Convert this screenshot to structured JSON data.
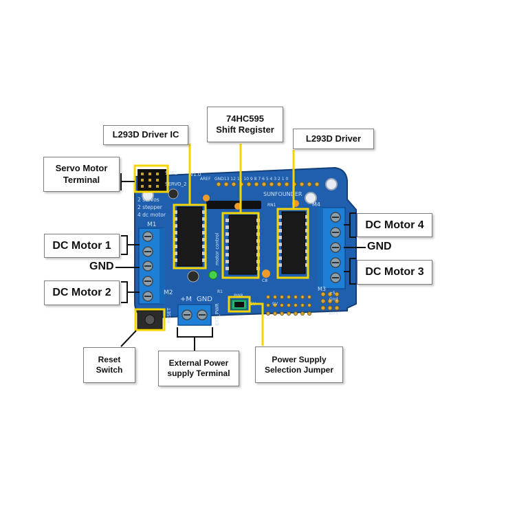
{
  "labels": {
    "l293d_driver_ic": "L293D Driver IC",
    "shift_register": "74HC595\nShift Register",
    "l293d_driver": "L293D Driver",
    "servo_terminal": "Servo Motor\nTerminal",
    "dc_motor_1": "DC Motor 1",
    "gnd_left": "GND",
    "dc_motor_2": "DC Motor 2",
    "dc_motor_4": "DC Motor 4",
    "gnd_right": "GND",
    "dc_motor_3": "DC Motor 3",
    "reset_switch": "Reset\nSwitch",
    "ext_power": "External Power\nsupply Terminal",
    "power_jumper": "Power Supply\nSelection Jumper"
  },
  "silkscreen": {
    "ser1": "SER1",
    "servo2": "SERVO_2",
    "version": "v1.0",
    "aref": "AREF",
    "pins": "GND13 12 11 10 9  8  7  6  5  4  3  2  1  0",
    "brand": "SUNFOUNDER",
    "caption1": "2 servos",
    "caption2": "2 stepper",
    "caption3": "4 dc motor",
    "m1": "M1",
    "m2": "M2",
    "m3": "M3",
    "m4": "M4",
    "reset": "RESET",
    "plus_m": "+M",
    "gnd": "GND",
    "ext_pwr": "EXT_PWR",
    "pwr": "PWR",
    "five_v": "5V",
    "nine_v": "9V",
    "c8": "C8",
    "rn1": "RN1",
    "r1": "R1",
    "plus5": "+5",
    "gnd_small": "Gnd",
    "a05": "A0-5",
    "motor_control": "motor control"
  },
  "colors": {
    "board": "#1f5fae",
    "highlight": "#f5d400",
    "terminal_block": "#1e7fd6",
    "jumper": "#22b573"
  }
}
